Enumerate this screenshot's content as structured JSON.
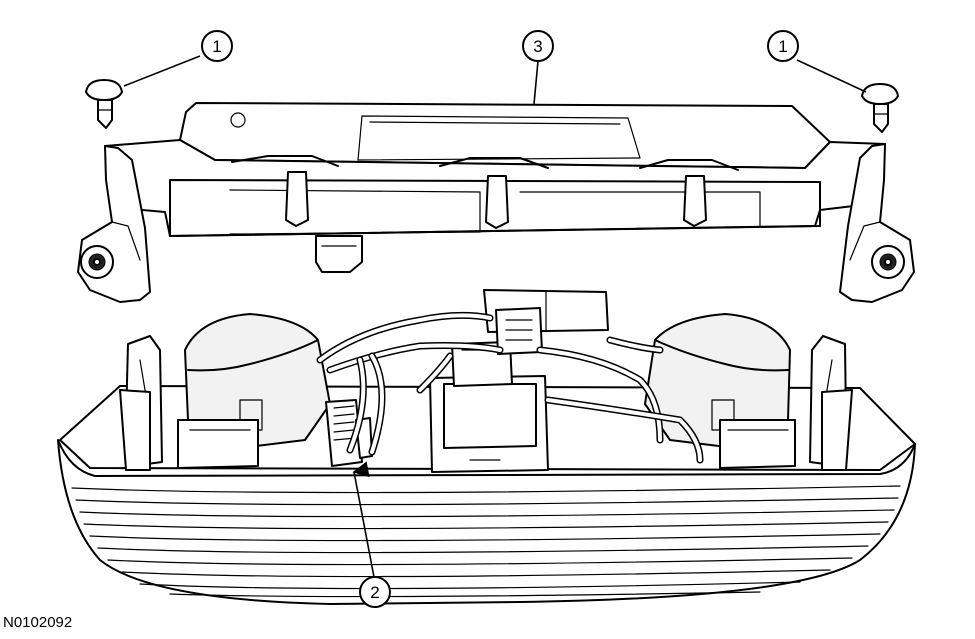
{
  "callouts": [
    {
      "label": "1"
    },
    {
      "label": "3"
    },
    {
      "label": "1"
    },
    {
      "label": "2"
    }
  ],
  "figure_id": "N0102092"
}
